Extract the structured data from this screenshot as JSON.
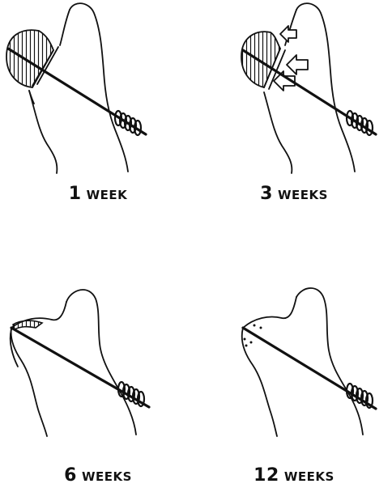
{
  "panels": [
    {
      "number": "1",
      "unit": "WEEK"
    },
    {
      "number": "3",
      "unit": "WEEKS"
    },
    {
      "number": "6",
      "unit": "WEEKS"
    },
    {
      "number": "12",
      "unit": "WEEKS"
    }
  ],
  "colors": {
    "ink": "#111111",
    "background": "#ffffff"
  }
}
